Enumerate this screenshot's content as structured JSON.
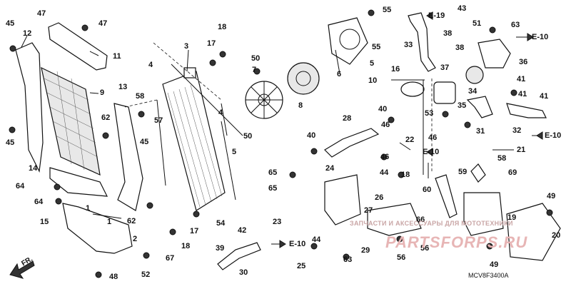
{
  "callouts": [
    "45",
    "12",
    "47",
    "47",
    "11",
    "9",
    "3",
    "4",
    "17",
    "18",
    "50",
    "7",
    "8",
    "6",
    "55",
    "55",
    "5",
    "10",
    "16",
    "4",
    "50",
    "5",
    "13",
    "58",
    "62",
    "57",
    "45",
    "45",
    "14",
    "64",
    "64",
    "15",
    "1",
    "2",
    "52",
    "48",
    "67",
    "18",
    "17",
    "54",
    "42",
    "23",
    "65",
    "65",
    "24",
    "40",
    "44",
    "18",
    "26",
    "27",
    "22",
    "46",
    "40",
    "28",
    "46",
    "33",
    "38",
    "38",
    "51",
    "63",
    "43",
    "36",
    "37",
    "41",
    "41",
    "34",
    "35",
    "53",
    "46",
    "31",
    "32",
    "41",
    "21",
    "58",
    "69",
    "59",
    "60",
    "20",
    "19",
    "49",
    "49",
    "56",
    "56",
    "29",
    "63",
    "44",
    "39",
    "30",
    "25",
    "1",
    "62",
    "66"
  ],
  "refs": [
    "E-19",
    "E-10",
    "E-10",
    "E-10",
    "E-10"
  ],
  "watermark": {
    "line1": "ЗАПЧАСТИ И АКСЕССУАРЫ ДЛЯ МОТОТЕХНИКИ",
    "line2": "PARTSFORPS.RU"
  },
  "diagram_code": "MCV8F3400A",
  "front_marker": "FR."
}
